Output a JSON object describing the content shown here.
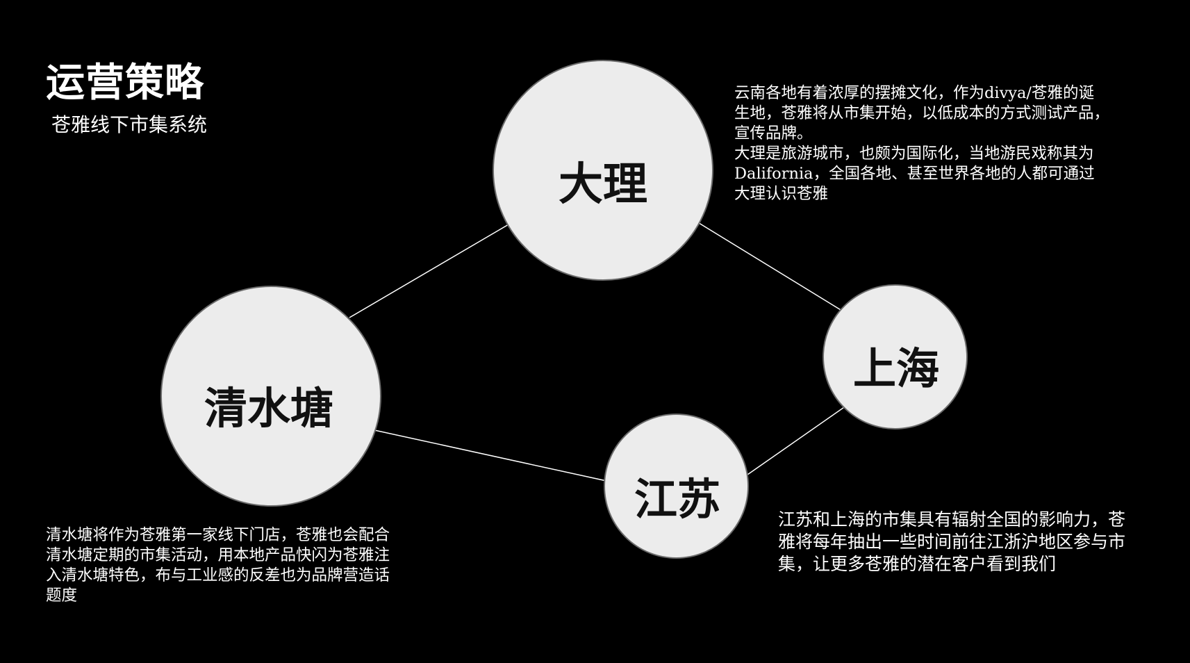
{
  "header": {
    "title": "运营策略",
    "subtitle": "苍雅线下市集系统"
  },
  "nodes": {
    "dali": {
      "label": "大理"
    },
    "qingshuitang": {
      "label": "清水塘"
    },
    "shanghai": {
      "label": "上海"
    },
    "jiangsu": {
      "label": "江苏"
    }
  },
  "descriptions": {
    "dali": [
      "云南各地有着浓厚的摆摊文化，作为divya/苍雅的诞",
      "生地，苍雅将从市集开始，以低成本的方式测试产品，",
      "宣传品牌。",
      "大理是旅游城市，也颇为国际化，当地游民戏称其为",
      "Dalifornia，全国各地、甚至世界各地的人都可通过",
      "大理认识苍雅"
    ],
    "qingshuitang": [
      "清水塘将作为苍雅第一家线下门店，苍雅也会配合",
      "清水塘定期的市集活动，用本地产品快闪为苍雅注",
      "入清水塘特色，布与工业感的反差也为品牌营造话",
      "题度"
    ],
    "jiangsu_shanghai": [
      "江苏和上海的市集具有辐射全国的影响力，苍",
      "雅将每年抽出一些时间前往江浙沪地区参与市",
      "集，让更多苍雅的潜在客户看到我们"
    ]
  },
  "colors": {
    "background": "#000000",
    "circle": "#ececec",
    "line": "#ffffff"
  }
}
